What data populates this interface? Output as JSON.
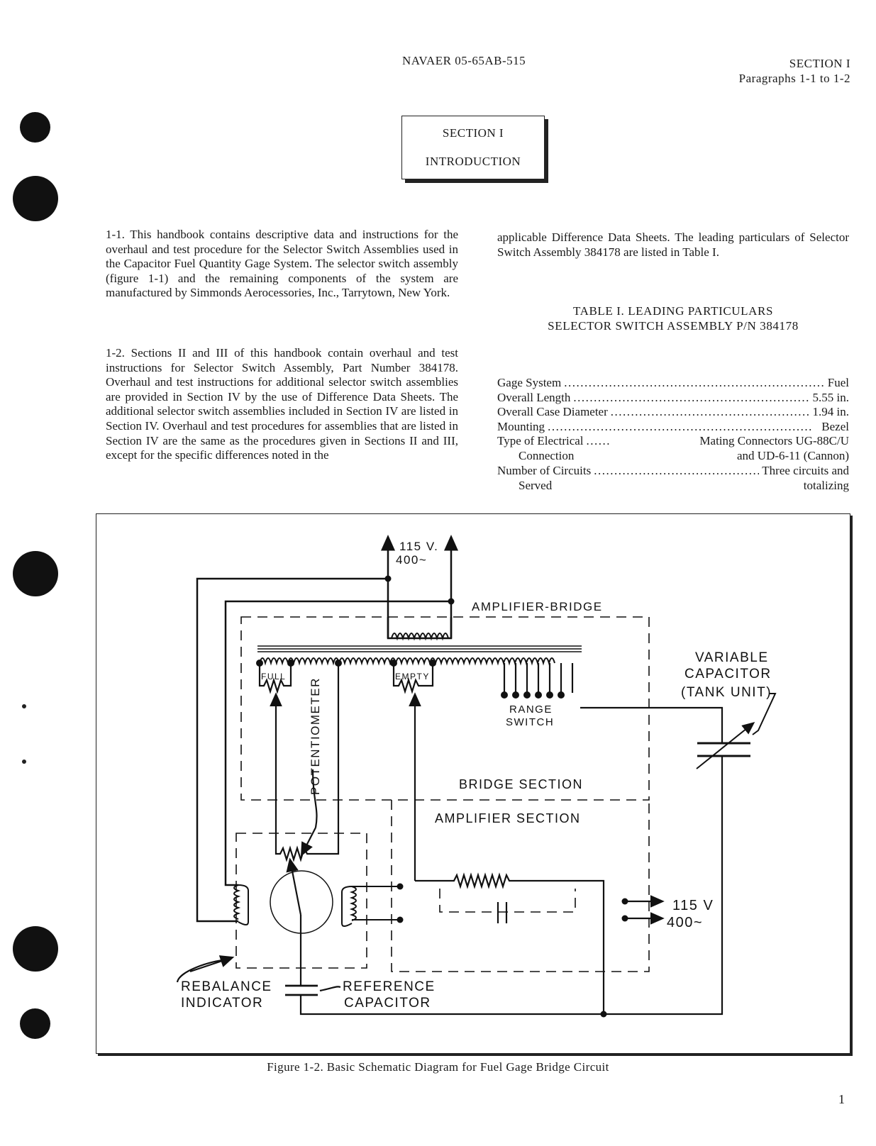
{
  "header": {
    "doc_number": "NAVAER 05-65AB-515",
    "section": "SECTION I",
    "paragraphs": "Paragraphs 1-1 to 1-2"
  },
  "section_box": {
    "line1": "SECTION I",
    "line2": "INTRODUCTION"
  },
  "body": {
    "para_1_1": "1-1. This handbook contains descriptive data and instructions for the overhaul and test procedure for the Selector Switch Assemblies used in the Capacitor Fuel Quantity Gage System. The selector switch assembly (figure 1-1) and the remaining components of the system are manufactured by Simmonds Aerocessories, Inc., Tarrytown, New York.",
    "para_1_2": "1-2. Sections II and III of this handbook contain overhaul and test instructions for Selector Switch Assembly, Part Number 384178. Overhaul and test instructions for additional selector switch assemblies are provided in Section IV by the use of Difference Data Sheets. The additional selector switch assemblies included in Section IV are listed in Section IV. Overhaul and test procedures for assemblies that are listed in Section IV are the same as the procedures given in Sections II and III, except for the specific differences noted in the",
    "para_1_2_cont": "applicable Difference Data Sheets. The leading particulars of Selector Switch Assembly 384178 are listed in Table I."
  },
  "table": {
    "title_line1": "TABLE I.  LEADING PARTICULARS",
    "title_line2": "SELECTOR SWITCH ASSEMBLY P/N 384178",
    "rows": [
      {
        "label": "Gage System",
        "value": "Fuel"
      },
      {
        "label": "Overall Length",
        "value": "5.55 in."
      },
      {
        "label": "Overall Case Diameter",
        "value": "1.94 in."
      },
      {
        "label": "Mounting",
        "value": "Bezel"
      },
      {
        "label": "Type of Electrical",
        "value": "Mating Connectors UG-88C/U"
      },
      {
        "label": "Connection",
        "value": "and UD-6-11 (Cannon)"
      },
      {
        "label": "Number of Circuits",
        "value": "Three circuits and"
      },
      {
        "label": "Served",
        "value": "totalizing"
      }
    ]
  },
  "figure": {
    "labels": {
      "supply_top_1": "115 V.",
      "supply_top_2": "400~",
      "amplifier_bridge": "AMPLIFIER-BRIDGE",
      "variable_capacitor_1": "VARIABLE",
      "variable_capacitor_2": "CAPACITOR",
      "variable_capacitor_3": "(TANK UNIT)",
      "full": "FULL",
      "empty": "EMPTY",
      "range_switch_1": "RANGE",
      "range_switch_2": "SWITCH",
      "potentiometer": "POTENTIOMETER",
      "bridge_section": "BRIDGE SECTION",
      "amplifier_section": "AMPLIFIER SECTION",
      "supply_right_1": "115 V",
      "supply_right_2": "400~",
      "rebalance_1": "REBALANCE",
      "rebalance_2": "INDICATOR",
      "reference_1": "REFERENCE",
      "reference_2": "CAPACITOR"
    },
    "caption": "Figure 1-2.  Basic Schematic Diagram for Fuel Gage Bridge Circuit"
  },
  "page_number": "1"
}
